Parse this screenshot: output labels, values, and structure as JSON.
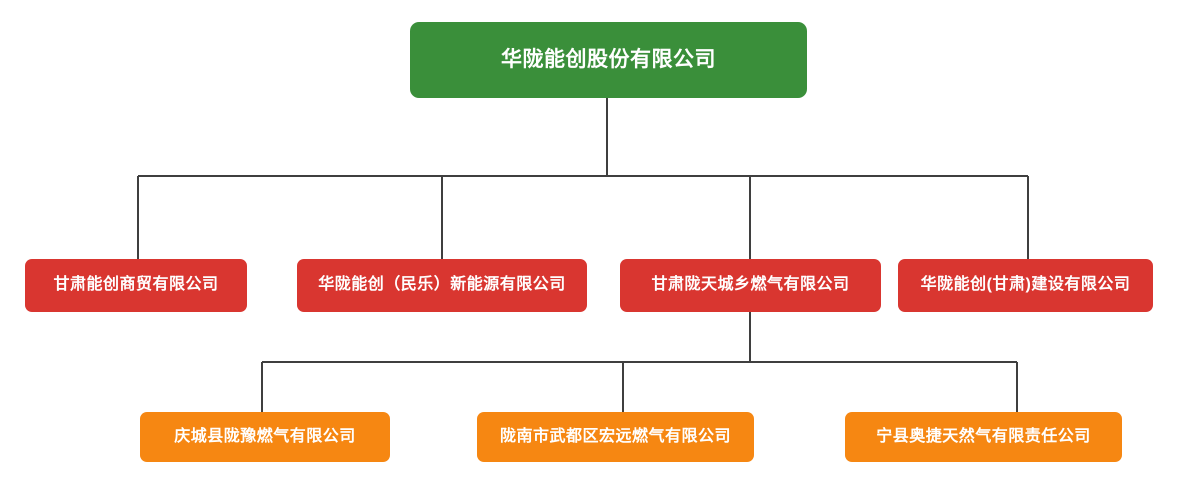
{
  "chart_data": {
    "type": "diagram",
    "diagram_type": "organization-chart",
    "title": "",
    "orientation": "top-down",
    "background": "#ffffff",
    "connector_color": "#3f3f3f",
    "levels": [
      {
        "level": 1,
        "color": "#3a8f3a",
        "nodes": [
          {
            "id": "root",
            "label": "华陇能创股份有限公司"
          }
        ]
      },
      {
        "level": 2,
        "color": "#d93630",
        "nodes": [
          {
            "id": "l2-0",
            "label": "甘肃能创商贸有限公司",
            "parent": "root"
          },
          {
            "id": "l2-1",
            "label": "华陇能创（民乐）新能源有限公司",
            "parent": "root"
          },
          {
            "id": "l2-2",
            "label": "甘肃陇天城乡燃气有限公司",
            "parent": "root"
          },
          {
            "id": "l2-3",
            "label": "华陇能创(甘肃)建设有限公司",
            "parent": "root"
          }
        ]
      },
      {
        "level": 3,
        "color": "#f68712",
        "nodes": [
          {
            "id": "l3-0",
            "label": "庆城县陇豫燃气有限公司",
            "parent": "l2-2"
          },
          {
            "id": "l3-1",
            "label": "陇南市武都区宏远燃气有限公司",
            "parent": "l2-2"
          },
          {
            "id": "l3-2",
            "label": "宁县奥捷天然气有限责任公司",
            "parent": "l2-2"
          }
        ]
      }
    ]
  },
  "chart": {
    "root": {
      "label": "华陇能创股份有限公司"
    },
    "subsidiaries": [
      {
        "label": "甘肃能创商贸有限公司"
      },
      {
        "label": "华陇能创（民乐）新能源有限公司"
      },
      {
        "label": "甘肃陇天城乡燃气有限公司"
      },
      {
        "label": "华陇能创(甘肃)建设有限公司"
      }
    ],
    "sub_subsidiaries": [
      {
        "label": "庆城县陇豫燃气有限公司"
      },
      {
        "label": "陇南市武都区宏远燃气有限公司"
      },
      {
        "label": "宁县奥捷天然气有限责任公司"
      }
    ],
    "colors": {
      "root": "#3a8f3a",
      "subsidiary": "#d93630",
      "sub_subsidiary": "#f68712",
      "connector": "#3f3f3f",
      "label": "#ffffff"
    }
  }
}
